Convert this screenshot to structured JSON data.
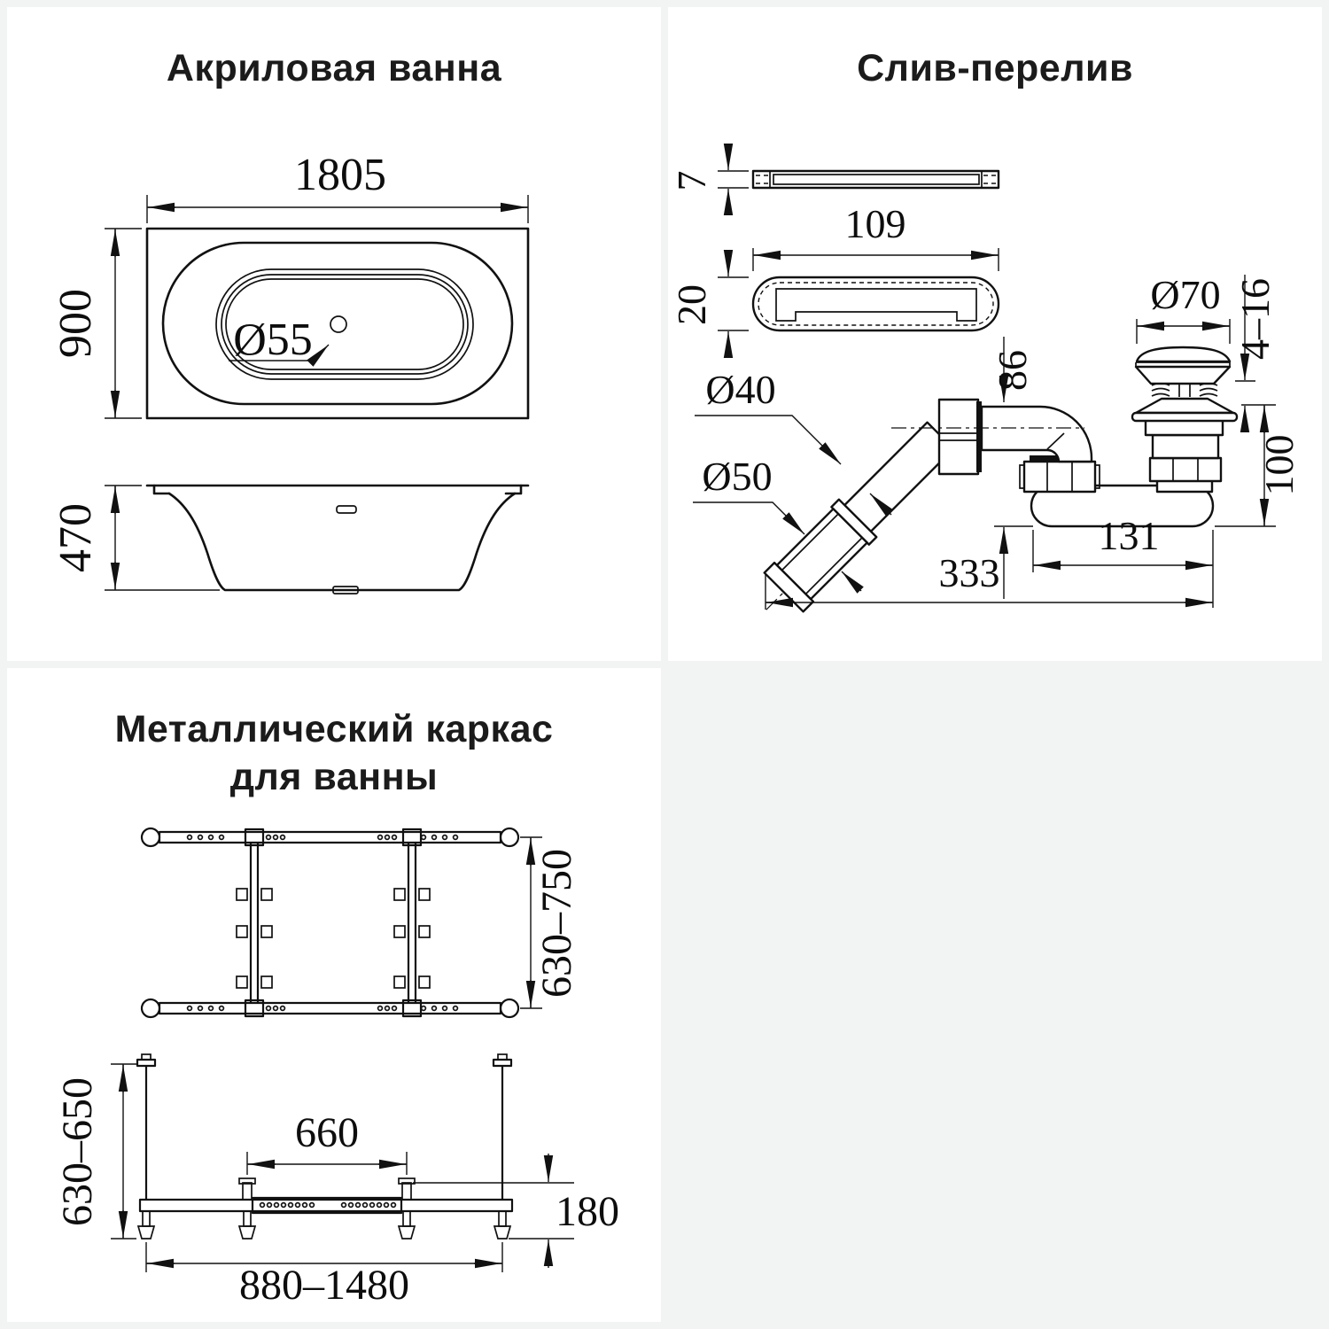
{
  "panels": {
    "bathtub": {
      "title": "Акриловая ванна",
      "length": "1805",
      "width": "900",
      "drain_diameter": "Ø55",
      "depth": "470"
    },
    "drain": {
      "title": "Слив-перелив",
      "plate_thickness": "7",
      "plate_length": "109",
      "plate_height": "20",
      "cap_diameter": "Ø70",
      "cap_travel_range": "4–16",
      "overflow_pipe_diameter": "Ø40",
      "outlet_pipe_diameter": "Ø50",
      "inlet_depth": "86",
      "valve_height": "100",
      "trap_length": "131",
      "total_length": "333"
    },
    "frame": {
      "title_line1": "Металлический каркас",
      "title_line2": "для ванны",
      "width_range": "630–750",
      "height_range": "630–650",
      "support_spacing": "660",
      "base_height": "180",
      "length_range": "880–1480"
    }
  }
}
